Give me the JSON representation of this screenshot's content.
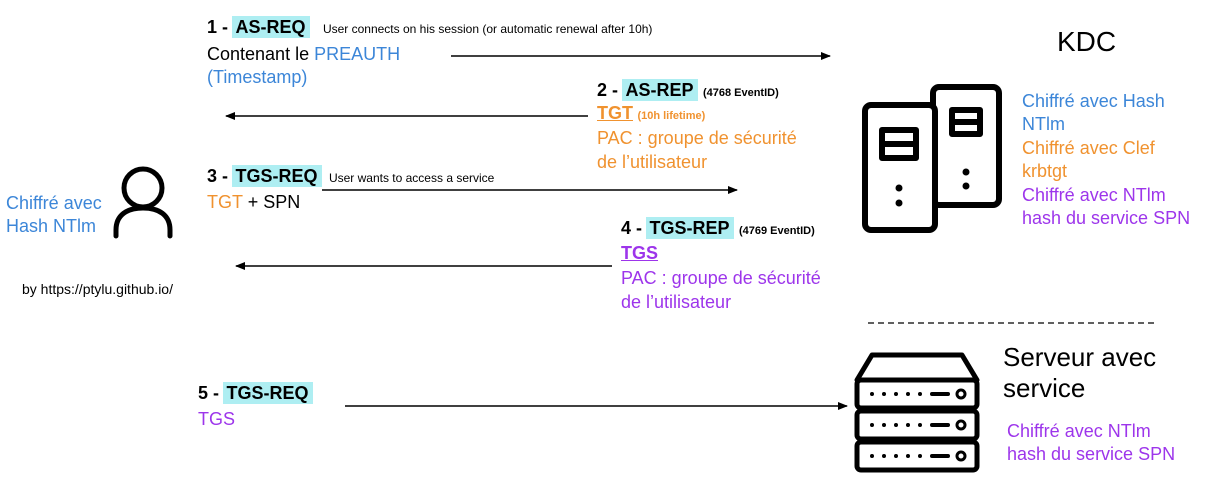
{
  "colors": {
    "highlight": "#aeeef2",
    "blue": "#3c86d8",
    "orange": "#f0922f",
    "purple": "#9d35eb",
    "black": "#000000"
  },
  "steps": [
    {
      "number": "1 -",
      "name": "AS-REQ",
      "note": "User connects on his session (or automatic renewal after 10h)",
      "line1_prefix": "Contenant le",
      "line1_value": "PREAUTH",
      "line2": "(Timestamp)"
    },
    {
      "number": "2 -",
      "name": "AS-REP",
      "event": "(4768 EventID)",
      "ticket": "TGT",
      "ticket_note": "(10h lifetime)",
      "pac_line1": "PAC : groupe de sécurité",
      "pac_line2": "de l’utilisateur"
    },
    {
      "number": "3 -",
      "name": "TGS-REQ",
      "note": "User wants to access a service",
      "tgt": "TGT",
      "plus_spn": "+ SPN"
    },
    {
      "number": "4 -",
      "name": "TGS-REP",
      "event": "(4769 EventID)",
      "ticket": "TGS",
      "pac_line1": "PAC : groupe de sécurité",
      "pac_line2": "de l’utilisateur"
    },
    {
      "number": "5 -",
      "name": "TGS-REQ",
      "ticket": "TGS"
    }
  ],
  "user": {
    "icon": "user-icon",
    "enc_line1": "Chiffré avec",
    "enc_line2": "Hash NTlm",
    "credit": "by https://ptylu.github.io/"
  },
  "kdc": {
    "title": "KDC",
    "icon": "server-towers-icon",
    "enc": [
      "Chiffré avec Hash",
      "NTlm",
      "Chiffré avec Clef",
      "krbtgt",
      "Chiffré avec NTlm",
      "hash du service SPN"
    ]
  },
  "service": {
    "title_line1": "Serveur avec",
    "title_line2": "service",
    "icon": "server-rack-icon",
    "enc_line1": "Chiffré avec NTlm",
    "enc_line2": "hash du service SPN"
  }
}
